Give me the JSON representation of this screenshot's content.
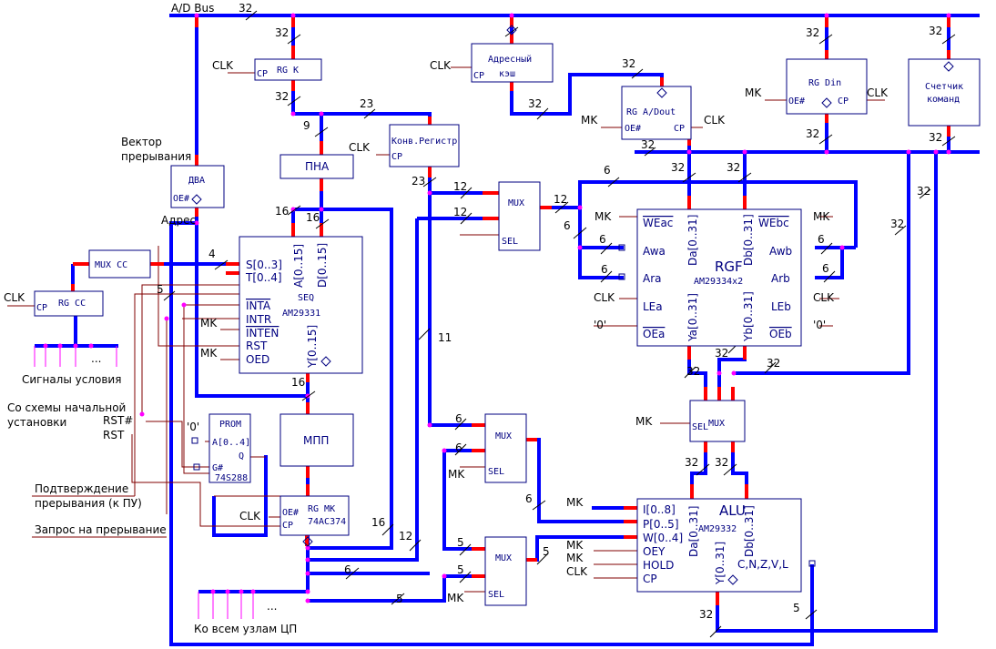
{
  "bus": {
    "name": "A/D Bus",
    "width": "32"
  },
  "blocks": {
    "rg_k": {
      "title": "RG K",
      "cp": "CP",
      "clk": "CLK"
    },
    "addr_cache": {
      "title": "Адресный",
      "title2": "кэш",
      "cp": "CP",
      "clk": "CLK"
    },
    "rg_adout": {
      "title": "RG A/Dout",
      "oe": "OE#",
      "cp": "CP",
      "mk": "MK",
      "clk": "CLK"
    },
    "rg_din": {
      "title": "RG Din",
      "oe": "OE#",
      "cp": "CP",
      "mk": "MK",
      "clk": "CLK"
    },
    "pc": {
      "title": "Счетчик",
      "title2": "команд"
    },
    "conv_reg": {
      "title": "Конв.Регистр",
      "cp": "CP",
      "clk": "CLK"
    },
    "pna": {
      "title": "ПНА"
    },
    "dva": {
      "title": "ДВА",
      "oe": "OE#"
    },
    "mux_cc": {
      "title": "MUX CC"
    },
    "rg_cc": {
      "title": "RG CC",
      "cp": "CP",
      "clk": "CLK"
    },
    "seq": {
      "s": "S[0..3]",
      "t": "T[0..4]",
      "a": "A[0..15]",
      "d": "D[0..15]",
      "name": "SEQ",
      "part": "AM29331",
      "inta": "INTA",
      "intr": "INTR",
      "inten": "INTEN",
      "rst": "RST",
      "oed": "OED",
      "y": "Y[0..15]"
    },
    "prom": {
      "title": "PROM",
      "a": "A[0..4]",
      "q": "Q",
      "g": "G#",
      "part": "74S288"
    },
    "mpp": {
      "title": "МПП"
    },
    "rg_mk": {
      "oe": "OE#",
      "cp": "CP",
      "title": "RG MK",
      "part": "74AC374",
      "clk": "CLK"
    },
    "mux_top": {
      "title": "MUX",
      "sel": "SEL"
    },
    "rgf": {
      "name": "RGF",
      "part": "AM29334x2",
      "weac": "WEac",
      "webc": "WEbc",
      "awa": "Awa",
      "ara": "Ara",
      "lea": "LEa",
      "oea": "OEa",
      "awb": "Awb",
      "arb": "Arb",
      "leb": "LEb",
      "oeb": "OEb",
      "da": "Da[0..31]",
      "db": "Db[0..31]",
      "ya": "Ya[0..31]",
      "yb": "Yb[0..31]",
      "mk_a": "MK",
      "mk_b": "MK",
      "clk_a": "CLK",
      "clk_b": "CLK",
      "zero_a": "'0'",
      "zero_b": "'0'"
    },
    "mux_alu": {
      "title": "MUX",
      "sel": "SEL",
      "mk": "MK"
    },
    "alu": {
      "name": "ALU",
      "part": "AM29332",
      "i": "I[0..8]",
      "p": "P[0..5]",
      "w": "W[0..4]",
      "oey": "OEY",
      "hold": "HOLD",
      "cp": "CP",
      "da": "Da[0..31]",
      "db": "Db[0..31]",
      "y": "Y[0..31]",
      "flags": "C,N,Z,V,L",
      "mk1": "MK",
      "mk2": "MK",
      "mk3": "MK",
      "clk": "CLK"
    },
    "mux_mid": {
      "title": "MUX",
      "sel": "SEL",
      "mk": "MK"
    },
    "mux_bot": {
      "title": "MUX",
      "sel": "SEL",
      "mk": "MK"
    }
  },
  "labels": {
    "vector1": "Вектор",
    "vector2": "прерывания",
    "address": "Адрес",
    "cond": "Сигналы условия",
    "init1": "Со схемы начальной",
    "init2": "установки",
    "rst_n": "RST#",
    "rst": "RST",
    "ack1": "Подтверждение",
    "ack2": "прерывания (к ПУ)",
    "req": "Запрос на прерывание",
    "all_nodes": "Ко всем узлам ЦП",
    "zero_prom": "'0'",
    "mk_seq1": "MK",
    "mk_seq2": "MK",
    "dots": "..."
  },
  "widths": {
    "w32": "32",
    "w23": "23",
    "w16": "16",
    "w12": "12",
    "w11": "11",
    "w9": "9",
    "w6": "6",
    "w5": "5",
    "w4": "4"
  },
  "colors": {
    "bus": "#0000ff",
    "wire": "#800000",
    "link": "#ff0000",
    "node": "#ff00ff",
    "block_text": "#000080"
  }
}
